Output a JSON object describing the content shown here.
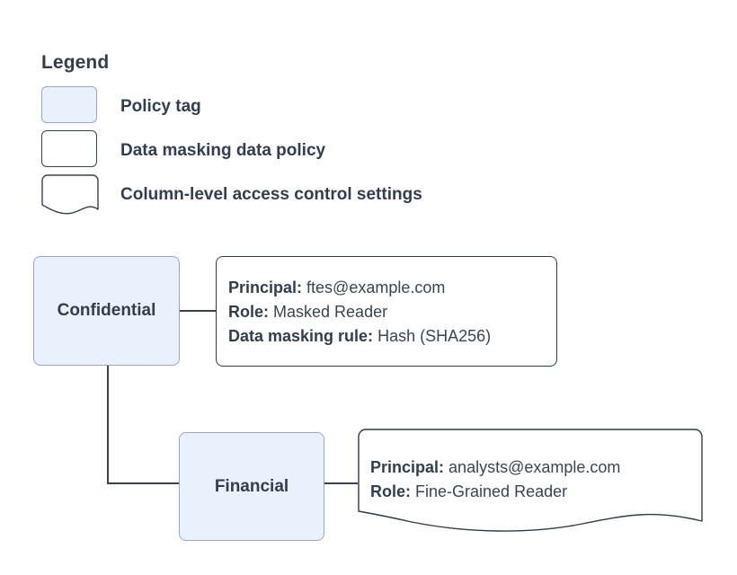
{
  "legend": {
    "title": "Legend",
    "items": [
      {
        "label": "Policy tag",
        "swatch": "filled-rounded-rect"
      },
      {
        "label": "Data masking data policy",
        "swatch": "outline-rounded-rect"
      },
      {
        "label": "Column-level access control settings",
        "swatch": "wavy-bottom-document"
      }
    ]
  },
  "nodes": [
    {
      "id": "confidential",
      "label": "Confidential"
    },
    {
      "id": "financial",
      "label": "Financial"
    }
  ],
  "details": [
    {
      "id": "detail-confidential",
      "shape": "rounded-rect",
      "lines": [
        {
          "key": "Principal:",
          "value": "ftes@example.com"
        },
        {
          "key": "Role:",
          "value": "Masked Reader"
        },
        {
          "key": "Data masking rule:",
          "value": "Hash (SHA256)"
        }
      ]
    },
    {
      "id": "detail-financial",
      "shape": "wavy-bottom-document",
      "lines": [
        {
          "key": "Principal:",
          "value": "analysts@example.com"
        },
        {
          "key": "Role:",
          "value": "Fine-Grained Reader"
        }
      ]
    }
  ],
  "colors": {
    "node_fill": "#e9f1fc",
    "node_border": "#9aa7b8",
    "box_border": "#2f3b4a",
    "text": "#323d4d",
    "value_text": "#3a4552",
    "connector": "#38424f",
    "background": "#ffffff"
  }
}
